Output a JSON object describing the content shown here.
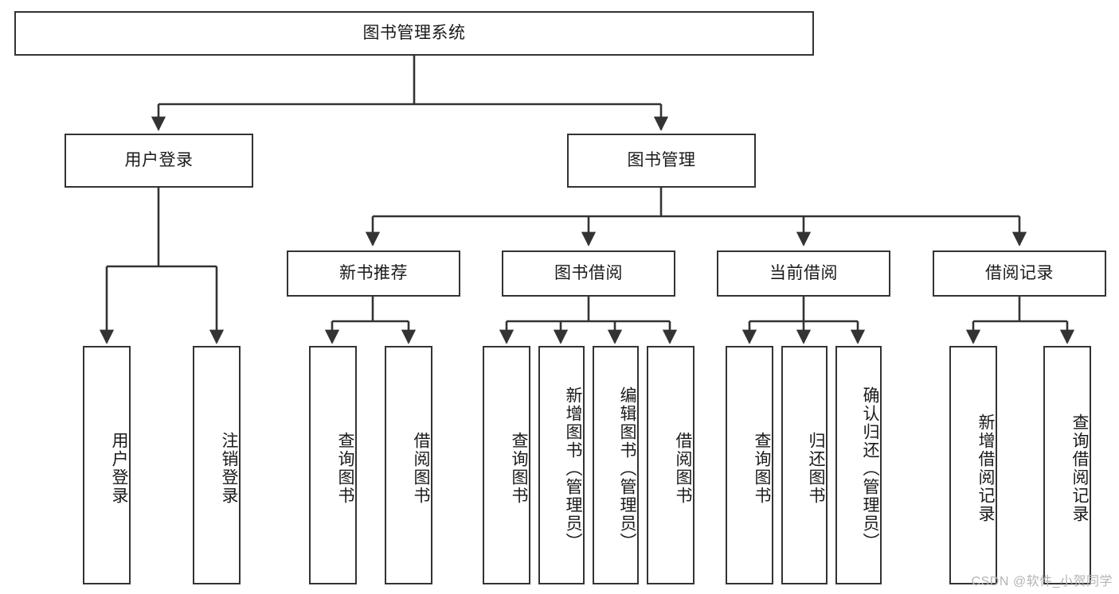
{
  "diagram": {
    "title": "图书管理系统",
    "type": "tree-hierarchy-diagram",
    "colors": {
      "box_border": "#333333",
      "box_fill": "#ffffff",
      "connector": "#333333",
      "background": "#ffffff",
      "watermark": "#b4b4b4"
    },
    "root": {
      "label": "图书管理系统"
    },
    "level2": [
      {
        "label": "用户登录"
      },
      {
        "label": "图书管理"
      }
    ],
    "level3": [
      {
        "label": "新书推荐"
      },
      {
        "label": "图书借阅"
      },
      {
        "label": "当前借阅"
      },
      {
        "label": "借阅记录"
      }
    ],
    "leaves_user_login": [
      {
        "label": "用户登录"
      },
      {
        "label": "注销登录"
      }
    ],
    "leaves_new_books": [
      {
        "label": "查询图书"
      },
      {
        "label": "借阅图书"
      }
    ],
    "leaves_borrow": [
      {
        "label": "查询图书"
      },
      {
        "label": "新增图书（管理员）"
      },
      {
        "label": "编辑图书（管理员）"
      },
      {
        "label": "借阅图书"
      }
    ],
    "leaves_current": [
      {
        "label": "查询图书"
      },
      {
        "label": "归还图书"
      },
      {
        "label": "确认归还（管理员）"
      }
    ],
    "leaves_records": [
      {
        "label": "新增借阅记录"
      },
      {
        "label": "查询借阅记录"
      }
    ]
  },
  "watermark": {
    "text": "CSDN @软件_小贺同学"
  }
}
